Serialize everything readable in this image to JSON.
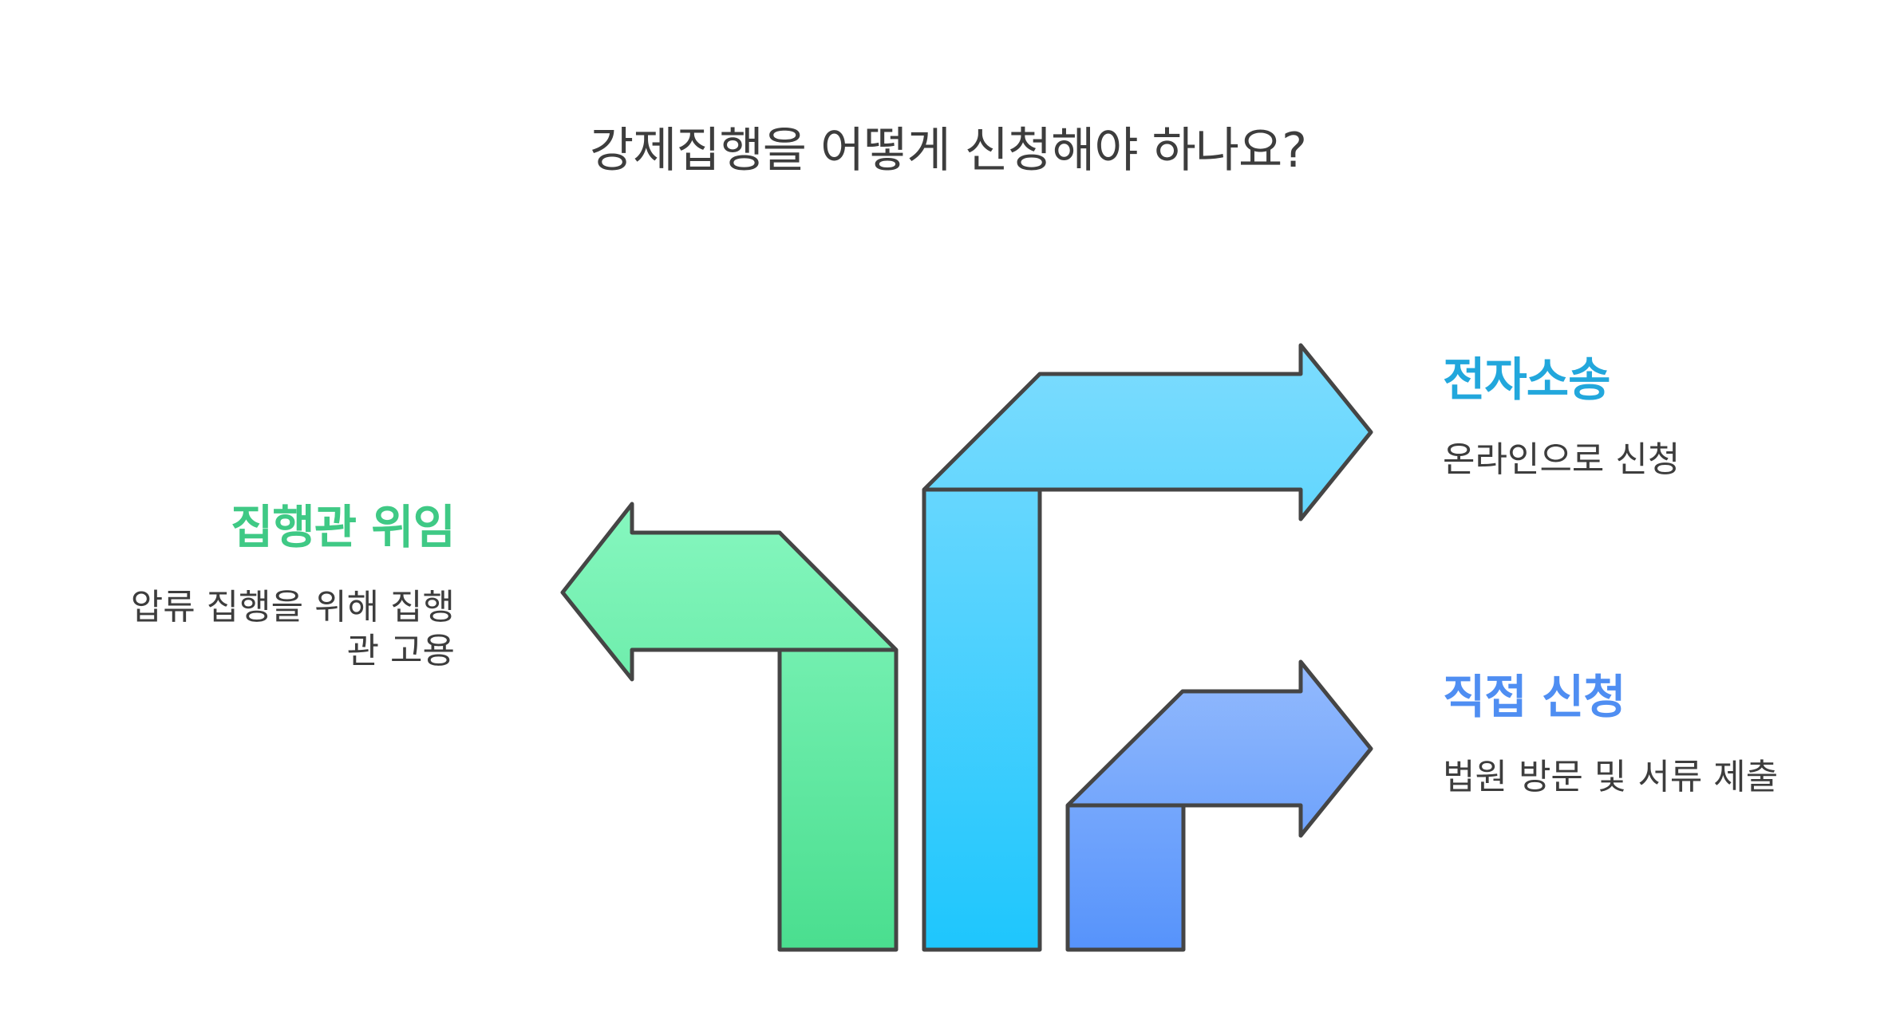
{
  "title": "강제집행을 어떻게 신청해야 하나요?",
  "options": [
    {
      "heading": "집행관 위임",
      "description": "압류 집행을 위해 집행관 고용",
      "color": "#3fc985",
      "arrow_gradient": [
        "#86f7bf",
        "#4ade8f"
      ]
    },
    {
      "heading": "전자소송",
      "description": "온라인으로 신청",
      "color": "#22a7dc",
      "arrow_gradient": [
        "#7ddcfe",
        "#1ec6fd"
      ]
    },
    {
      "heading": "직접 신청",
      "description": "법원 방문 및 서류 제출",
      "color": "#4f8ef2",
      "arrow_gradient": [
        "#93bafd",
        "#5693fb"
      ]
    }
  ]
}
